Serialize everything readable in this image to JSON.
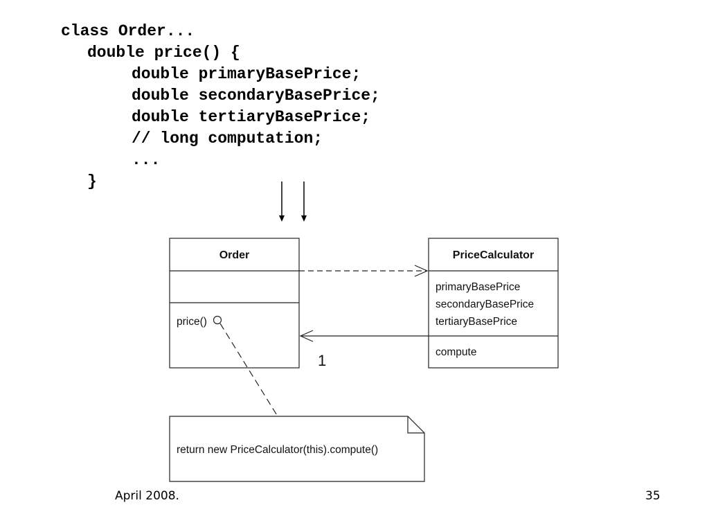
{
  "code": {
    "lines": [
      "class Order...",
      "double price() {",
      "double primaryBasePrice;",
      "double secondaryBasePrice;",
      "double tertiaryBasePrice;",
      "// long computation;",
      "...",
      "}"
    ]
  },
  "diagram": {
    "order_class": {
      "name": "Order",
      "operation": "price()"
    },
    "calculator_class": {
      "name": "PriceCalculator",
      "attributes": [
        "primaryBasePrice",
        "secondaryBasePrice",
        "tertiaryBasePrice"
      ],
      "operation": "compute"
    },
    "multiplicity": "1",
    "note": "return new PriceCalculator(this).compute()"
  },
  "footer": {
    "date": "April 2008.",
    "page_number": "35"
  }
}
